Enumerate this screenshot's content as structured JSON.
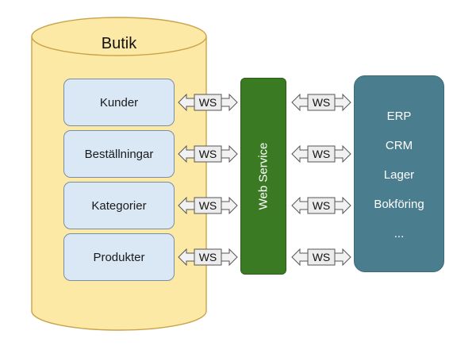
{
  "store": {
    "title": "Butik"
  },
  "modules": [
    "Kunder",
    "Beställningar",
    "Kategorier",
    "Produkter"
  ],
  "connector_label": "WS",
  "web_service": {
    "label": "Web Service"
  },
  "systems": [
    "ERP",
    "CRM",
    "Lager",
    "Bokföring",
    "..."
  ],
  "colors": {
    "cylinder_fill": "#fde9a6",
    "cylinder_stroke": "#caa24a",
    "module_fill": "#dae8f6",
    "web_service_fill": "#3a7a23",
    "systems_fill": "#4a7e8e",
    "ws_fill": "#f2f2f2"
  }
}
